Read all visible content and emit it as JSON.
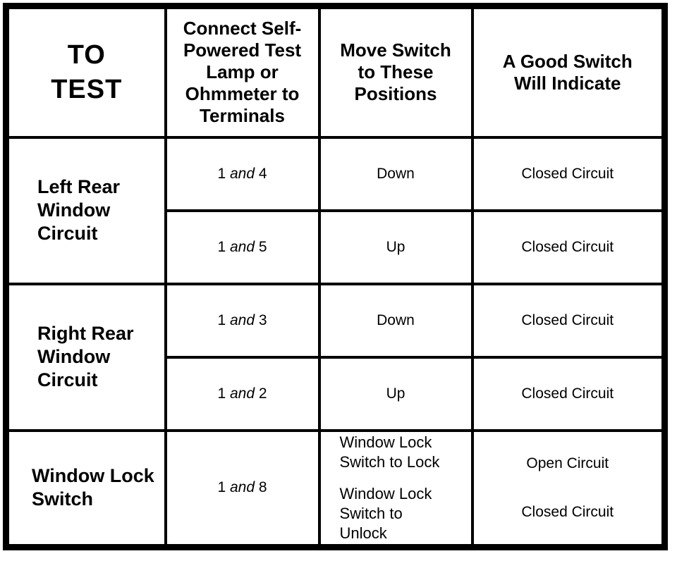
{
  "table": {
    "headers": {
      "to_test": "TO\nTEST",
      "connect_terminals": "Connect Self-\nPowered Test\nLamp or\nOhmmeter to\nTerminals",
      "move_switch": "Move Switch\nto These\nPositions",
      "good_switch": "A Good Switch\nWill Indicate"
    },
    "conjunction": "and",
    "groups": [
      {
        "label": "Left Rear\nWindow\nCircuit",
        "rows": [
          {
            "terminal_a": "1",
            "terminal_b": "4",
            "position": "Down",
            "result": "Closed Circuit"
          },
          {
            "terminal_a": "1",
            "terminal_b": "5",
            "position": "Up",
            "result": "Closed Circuit"
          }
        ]
      },
      {
        "label": "Right Rear\nWindow\nCircuit",
        "rows": [
          {
            "terminal_a": "1",
            "terminal_b": "3",
            "position": "Down",
            "result": "Closed Circuit"
          },
          {
            "terminal_a": "1",
            "terminal_b": "2",
            "position": "Up",
            "result": "Closed Circuit"
          }
        ]
      },
      {
        "label": "Window Lock\nSwitch",
        "rows": [
          {
            "terminal_a": "1",
            "terminal_b": "8",
            "positions": [
              "Window Lock\nSwitch to Lock",
              "Window Lock\nSwitch to\nUnlock"
            ],
            "results": [
              "Open Circuit",
              "Closed Circuit"
            ]
          }
        ]
      }
    ],
    "colors": {
      "border": "#000000",
      "text": "#000000",
      "background": "#ffffff"
    }
  }
}
